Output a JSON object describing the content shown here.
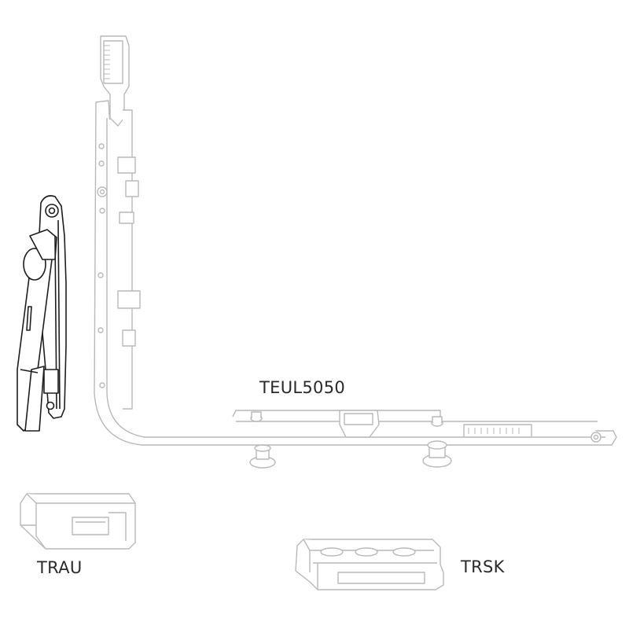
{
  "parts": [
    {
      "id": "teul",
      "label": "TEUL5050"
    },
    {
      "id": "trau",
      "label": "TRAU"
    },
    {
      "id": "trsk",
      "label": "TRSK"
    }
  ],
  "colors": {
    "line_light": "#b9b9b9",
    "line_dark": "#1e1e1e",
    "label_text": "#2a2a2a"
  }
}
